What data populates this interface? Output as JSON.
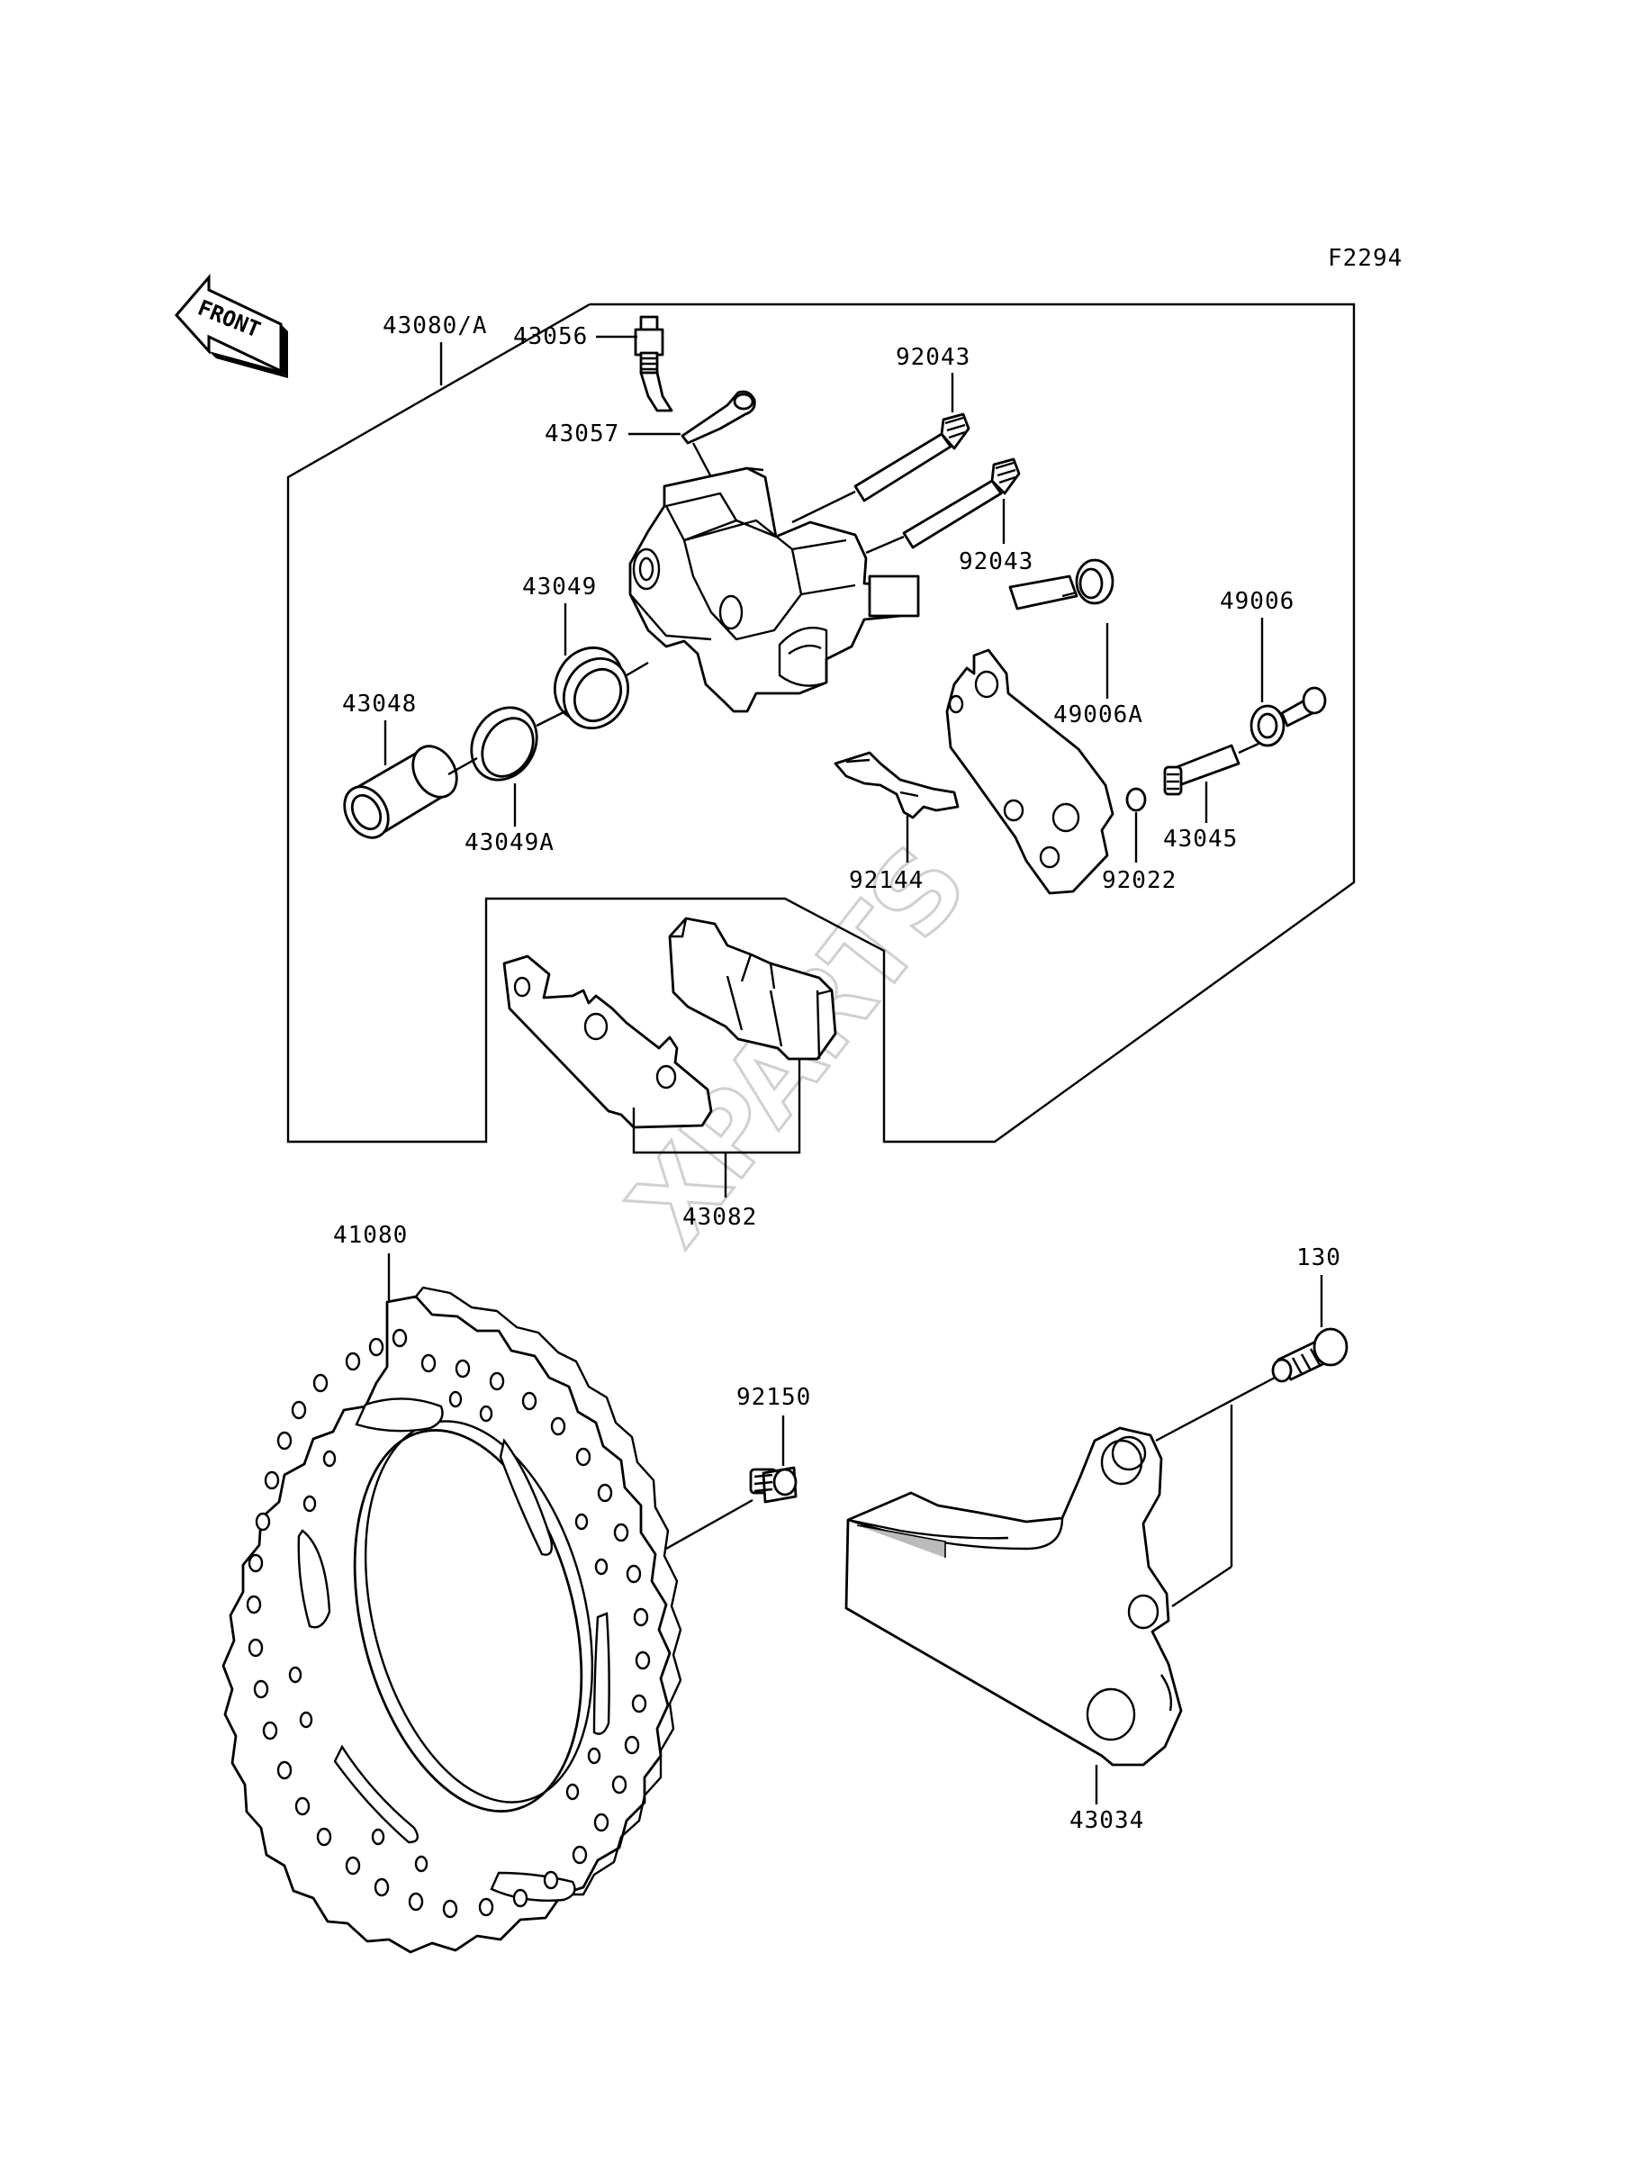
{
  "figure_code": "F2294",
  "front_label": "FRONT",
  "watermark": "XPARTS",
  "callouts": {
    "c43080A": "43080/A",
    "c43056": "43056",
    "c43057": "43057",
    "c92043a": "92043",
    "c92043b": "92043",
    "c43049": "43049",
    "c43048": "43048",
    "c43049A": "43049A",
    "c49006": "49006",
    "c49006A": "49006A",
    "c43045": "43045",
    "c92144": "92144",
    "c92022": "92022",
    "c43082": "43082",
    "c41080": "41080",
    "c130": "130",
    "c92150": "92150",
    "c43034": "43034"
  }
}
